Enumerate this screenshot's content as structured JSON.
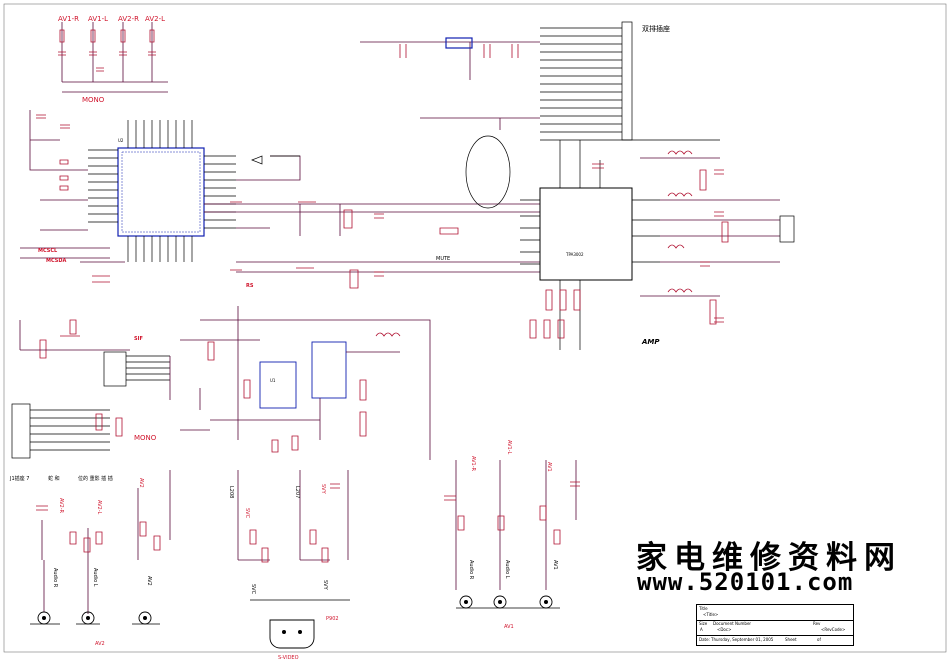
{
  "labels": {
    "av1_r_top": "AV1-R",
    "av1_l_top": "AV1-L",
    "av2_r_top": "AV2-R",
    "av2_l_top": "AV2-L",
    "mono_top": "MONO",
    "mono_mid": "MONO",
    "dual_conn": "双排插座",
    "amp": "AMP",
    "mute": "MUTE",
    "mcscl": "MCSCL",
    "mcsda": "MCSDA",
    "rs": "RS",
    "sif": "SIF",
    "j1_note": "J1插座 7",
    "and": "蛇 和",
    "bits": "位的 重影 插 插",
    "av2_bottom": "AV2",
    "av1_bottom": "AV1",
    "svideo": "S-VIDEO",
    "p902": "P902",
    "l208": "L208",
    "l207": "L207",
    "svy": "SVY",
    "svc": "SVC",
    "audio_r_left": "Audio R",
    "audio_l_left": "Audio L",
    "av2_vert": "AV2",
    "audio_r_right": "Audio R",
    "audio_l_right": "Audio L",
    "av1_vert": "AV1",
    "av1_r_mid": "AV1-R",
    "av1_l_mid": "AV1-L",
    "av1_mid": "AV1",
    "av2_r_low": "AV2-R",
    "av2_l_low": "AV2-L",
    "av2_low": "AV2",
    "svc_low": "SVC",
    "svy_low": "SVY",
    "tpa": "TPA3002",
    "ic_u1": "U1",
    "ic_u2": "U2"
  },
  "watermark": {
    "cn": "家电维修资料网",
    "url": "www.520101.com"
  },
  "title_block": {
    "title_label": "Title",
    "title_value": "<Title>",
    "size_label": "Size",
    "size_value": "A",
    "docnum_label": "Document Number",
    "docnum_value": "<Doc>",
    "rev_label": "Rev",
    "rev_value": "<RevCode>",
    "date_label": "Date:",
    "date_value": "Thursday, September 01, 2005",
    "sheet_label": "Sheet",
    "sheet_of": "of"
  },
  "colors": {
    "red": "#d0142c",
    "wire": "#5a0a3a",
    "chip": "#1020b0"
  }
}
